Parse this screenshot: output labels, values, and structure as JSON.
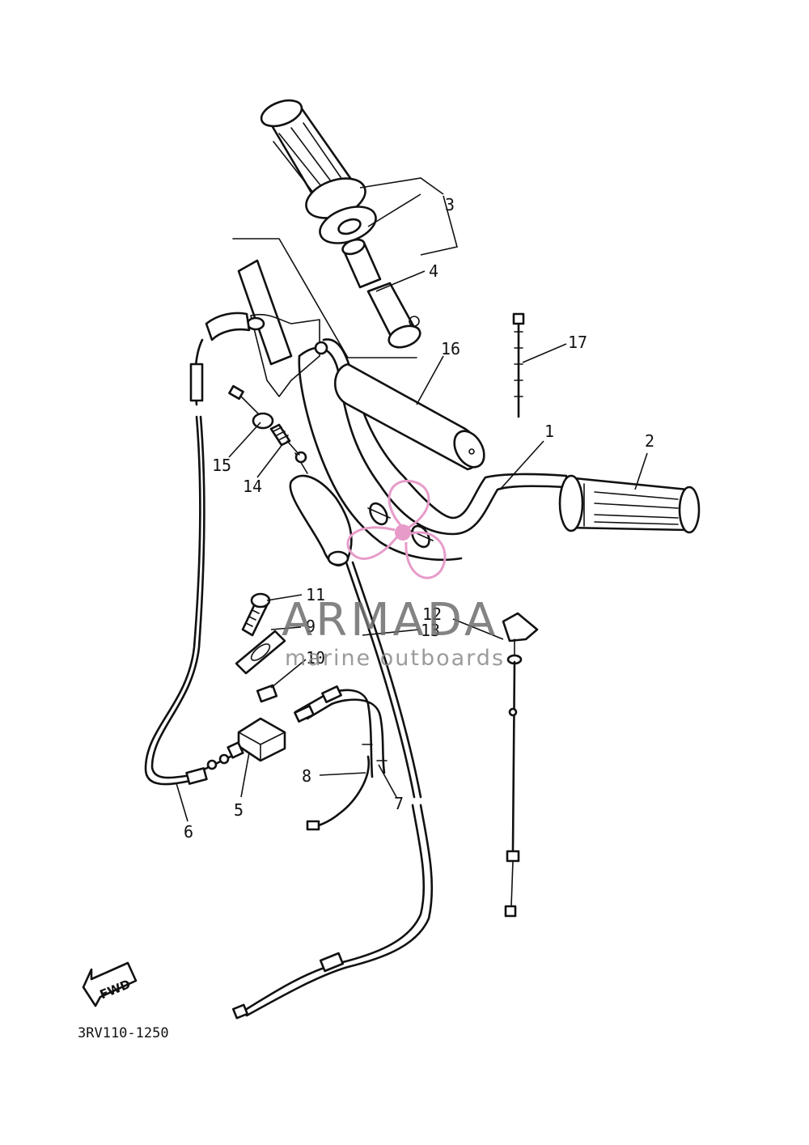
{
  "diagram": {
    "callouts": [
      {
        "id": "1",
        "label": "1"
      },
      {
        "id": "2",
        "label": "2"
      },
      {
        "id": "3",
        "label": "3"
      },
      {
        "id": "4",
        "label": "4"
      },
      {
        "id": "5",
        "label": "5"
      },
      {
        "id": "6",
        "label": "6"
      },
      {
        "id": "7",
        "label": "7"
      },
      {
        "id": "8",
        "label": "8"
      },
      {
        "id": "9",
        "label": "9"
      },
      {
        "id": "10",
        "label": "10"
      },
      {
        "id": "11",
        "label": "11"
      },
      {
        "id": "12",
        "label": "12"
      },
      {
        "id": "13",
        "label": "13"
      },
      {
        "id": "14",
        "label": "14"
      },
      {
        "id": "15",
        "label": "15"
      },
      {
        "id": "16",
        "label": "16"
      },
      {
        "id": "17",
        "label": "17"
      }
    ],
    "direction_arrow": {
      "label": "FWD"
    },
    "diagram_code": "3RV110-1250"
  },
  "watermark": {
    "brand": "ARMADA",
    "tagline": "marine outboards",
    "logo_color": "#e79bc9",
    "text_color": "#6e6e6e",
    "logo_icon": "propeller-flower-icon"
  }
}
